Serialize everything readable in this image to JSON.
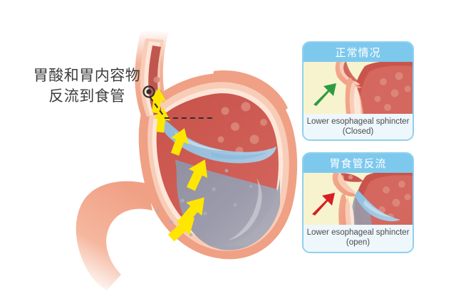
{
  "diagram": {
    "title_visible": false,
    "annotation": {
      "text": "胃酸和胃内容物\n反流到食管",
      "marker": "callout-dot",
      "leader": "dashed-line"
    },
    "main_illustration": {
      "organ": "stomach-and-esophagus",
      "reflux_arrows": 5,
      "arrow_color": "#FFE600",
      "fluid_color": "#9DCBE8",
      "mucosa_color": "#CC5B54",
      "chyme_color": "#9A99A8",
      "wall_color": "#F0A084",
      "wall_inner_color": "#F7C0A8"
    },
    "panels": [
      {
        "id": "normal",
        "header": "正常情况",
        "caption": "Lower esophageal sphincter\n(Closed)",
        "arrow_color": "#2E9B43",
        "arrow_direction": "up-right",
        "state": "closed"
      },
      {
        "id": "reflux",
        "header": "胃食管反流",
        "caption": "Lower esophageal sphincter\n(open)",
        "arrow_color": "#D81F26",
        "arrow_direction": "up-right",
        "state": "open"
      }
    ],
    "colors": {
      "panel_border": "#8ED0EF",
      "panel_header_bg": "#7DC8ED",
      "panel_header_text": "#FFFFFF",
      "panel_caption_bg": "#EEF7FC",
      "panel_caption_text": "#4A4A4A",
      "panel_figure_bg": "#F7F3CE",
      "background": "#FFFFFF",
      "label_text": "#3C3C3C"
    }
  }
}
